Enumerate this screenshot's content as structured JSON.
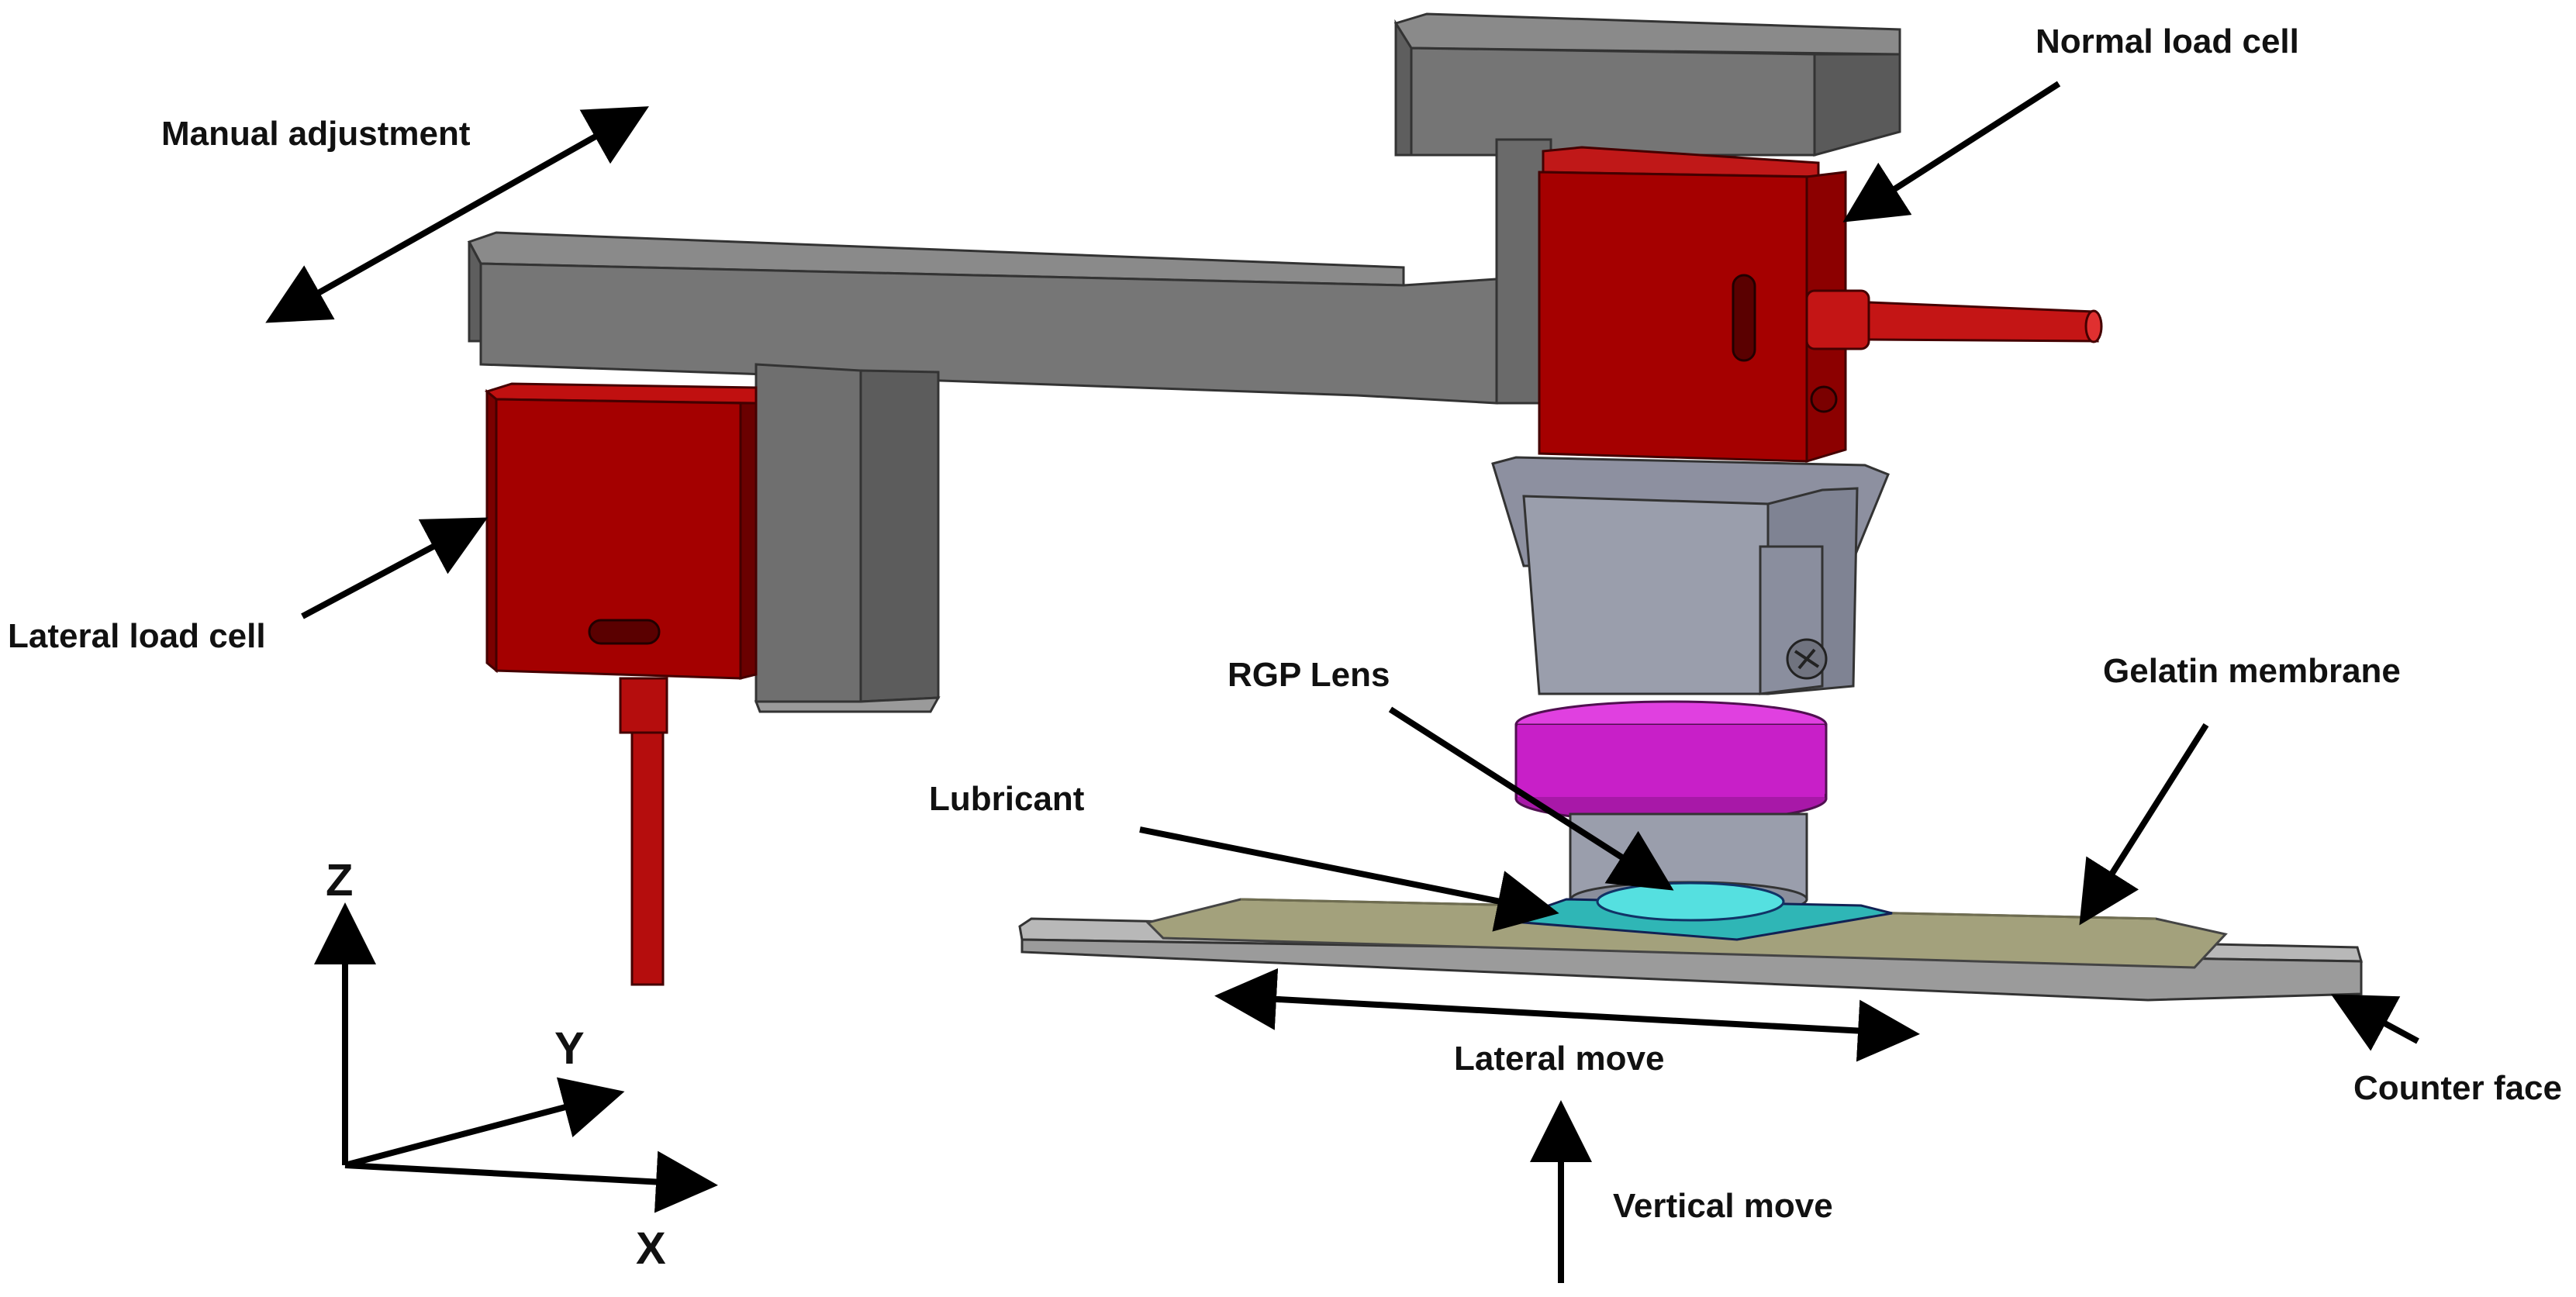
{
  "labels": {
    "manual_adjustment": "Manual adjustment",
    "normal_load_cell": "Normal load cell",
    "lateral_load_cell": "Lateral load cell",
    "rgp_lens": "RGP Lens",
    "gelatin_membrane": "Gelatin membrane",
    "lubricant": "Lubricant",
    "lateral_move": "Lateral move",
    "counter_face": "Counter face",
    "vertical_move": "Vertical move"
  },
  "axes": {
    "z": "Z",
    "y": "Y",
    "x": "X"
  },
  "colors": {
    "frame": "#6e6e6e",
    "load_cell": "#a40000",
    "holder": "#9fa2ad",
    "lens_ring": "#c81fc8",
    "membrane": "#a3a17c",
    "lubricant": "#2fc4c4",
    "counter_face": "#9b9b9b"
  }
}
